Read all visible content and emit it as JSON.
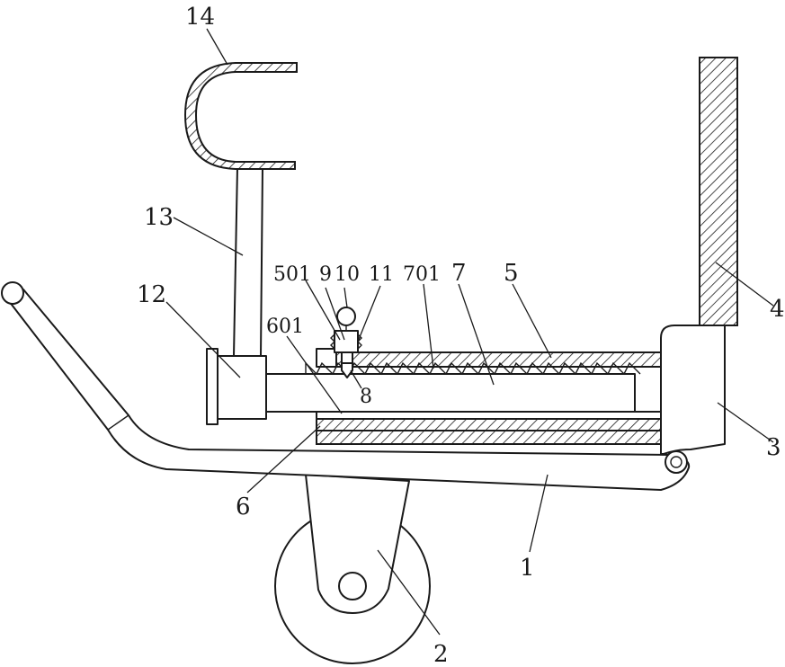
{
  "labels": {
    "l1": "1",
    "l2": "2",
    "l3": "3",
    "l4": "4",
    "l5": "5",
    "l6": "6",
    "l7": "7",
    "l8": "8",
    "l9": "9",
    "l10": "10",
    "l11": "11",
    "l12": "12",
    "l13": "13",
    "l14": "14",
    "l501": "501",
    "l601": "601",
    "l701": "701"
  }
}
